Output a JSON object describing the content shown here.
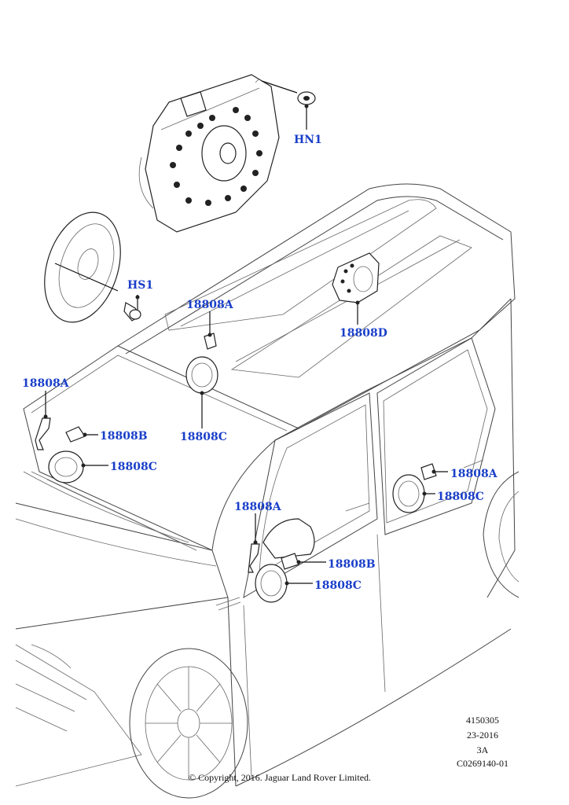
{
  "callouts": [
    {
      "text": "HN1"
    },
    {
      "text": "HS1"
    },
    {
      "text": "18808A"
    },
    {
      "text": "18808D"
    },
    {
      "text": "18808A"
    },
    {
      "text": "18808B"
    },
    {
      "text": "18808C"
    },
    {
      "text": "18808C"
    },
    {
      "text": "18808A"
    },
    {
      "text": "18808C"
    },
    {
      "text": "18808A"
    },
    {
      "text": "18808B"
    },
    {
      "text": "18808C"
    }
  ],
  "footer": {
    "ref_number": "4150305",
    "date_code": "23-2016",
    "revision": "3A",
    "drawing_code": "C0269140-01",
    "copyright": "© Copyright, 2016. Jaguar Land Rover Limited."
  },
  "colors": {
    "callout": "#1a3fc9",
    "line": "#444444"
  }
}
